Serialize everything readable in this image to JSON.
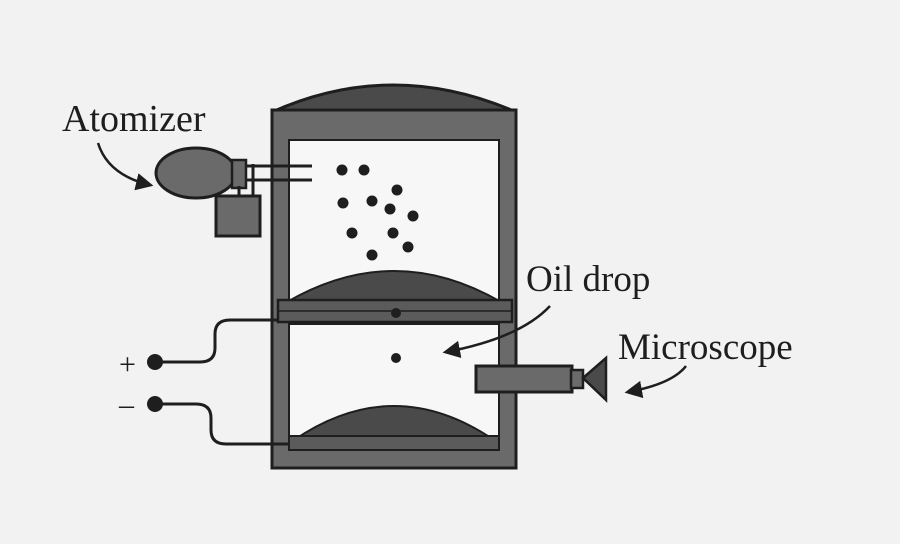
{
  "labels": {
    "atomizer": "Atomizer",
    "oil_drop": "Oil drop",
    "microscope": "Microscope",
    "positive_terminal": "+",
    "negative_terminal": "–"
  },
  "colors": {
    "background": "#f2f2f2",
    "ink": "#1e1e1e",
    "wall_fill": "#6a6a6a",
    "dark_fill": "#4a4a4a",
    "chamber_interior": "#f7f7f7"
  }
}
